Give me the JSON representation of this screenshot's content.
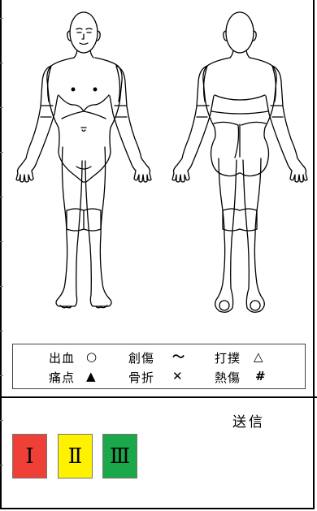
{
  "legend": {
    "row1": [
      {
        "label": "出血",
        "symbol": "○"
      },
      {
        "label": "創傷",
        "symbol": "～"
      },
      {
        "label": "打撲",
        "symbol": "△"
      }
    ],
    "row2": [
      {
        "label": "痛点",
        "symbol": "▲"
      },
      {
        "label": "骨折",
        "symbol": "✕"
      },
      {
        "label": "熱傷",
        "symbol": "#"
      }
    ]
  },
  "send_label": "送信",
  "triage_buttons": [
    {
      "label": "Ⅰ",
      "color": "#ee4036"
    },
    {
      "label": "Ⅱ",
      "color": "#fff200"
    },
    {
      "label": "Ⅲ",
      "color": "#1aa84a"
    }
  ]
}
